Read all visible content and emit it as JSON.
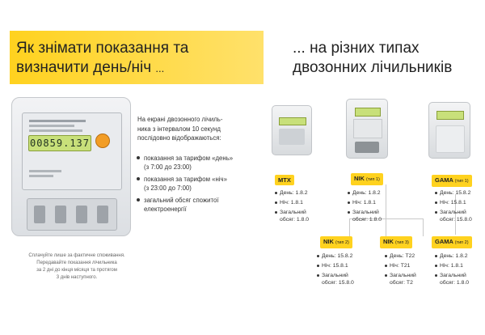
{
  "header": {
    "left_line1": "Як знімати показання та",
    "left_line2": "визначити день/ніч",
    "left_ellipsis": "...",
    "right_line1": "... на різних типах",
    "right_line2": "двозонних лічильників"
  },
  "meter_display": "00859.137",
  "description": {
    "line1": "На екрані двозонного лічиль-",
    "line2": "ника з інтервалом 10 секунд",
    "line3": "послідовно відображаються:",
    "bullets": [
      {
        "a": "показання за тарифом «день»",
        "b": "(з 7:00 до 23:00)"
      },
      {
        "a": "показання за тарифом «ніч»",
        "b": "(з 23:00 до 7:00)"
      },
      {
        "a": "загальний обсяг спожитої",
        "b": "електроенергії"
      }
    ]
  },
  "footnote": {
    "line1": "Сплачуйте лише за фактичне споживання.",
    "line2": "Передавайте показання лічильника",
    "line3": "за 2 дні до кінця місяця та протягом",
    "line4": "3 днів наступного."
  },
  "types": {
    "mtx": {
      "label": "MTX",
      "day": "День: 1.8.2",
      "night": "Ніч: 1.8.1",
      "total1": "Загальний",
      "total2": "обсяг: 1.8.0"
    },
    "nik1": {
      "label": "NIK",
      "sub": "(тип 1)",
      "day": "День: 1.8.2",
      "night": "Ніч: 1.8.1",
      "total1": "Загальний",
      "total2": "обсяг: 1.8.0"
    },
    "gama1": {
      "label": "GAMA",
      "sub": "(тип 1)",
      "day": "День: 15.8.2",
      "night": "Ніч: 15.8.1",
      "total1": "Загальний",
      "total2": "обсяг: 15.8.0"
    },
    "nik2": {
      "label": "NIK",
      "sub": "(тип 2)",
      "day": "День: 15.8.2",
      "night": "Ніч: 15.8.1",
      "total1": "Загальний",
      "total2": "обсяг: 15.8.0"
    },
    "nik3": {
      "label": "NIK",
      "sub": "(тип 3)",
      "day": "День: T22",
      "night": "Ніч: T21",
      "total1": "Загальний",
      "total2": "обсяг: T2"
    },
    "gama2": {
      "label": "GAMA",
      "sub": "(тип 2)",
      "day": "День: 1.8.2",
      "night": "Ніч: 1.8.1",
      "total1": "Загальний",
      "total2": "обсяг: 1.8.0"
    }
  },
  "colors": {
    "accent": "#ffd21f",
    "lcd": "#c8e07a",
    "knob": "#f29d26"
  }
}
